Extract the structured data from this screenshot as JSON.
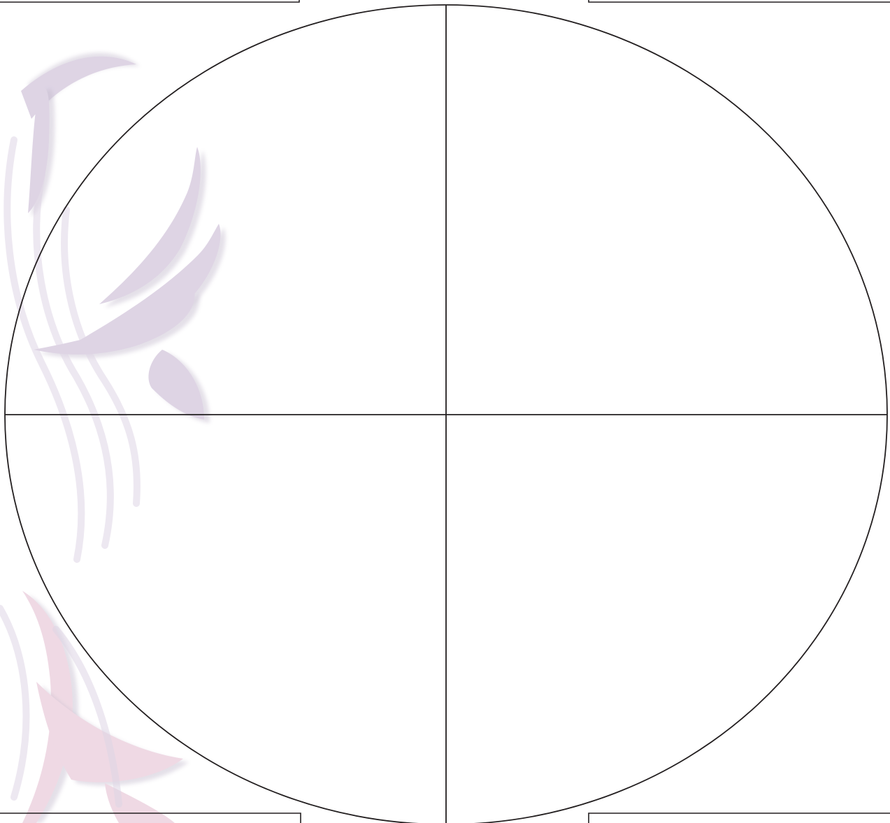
{
  "page": {
    "background_color": "#ffffff",
    "line_color": "#231f20",
    "ornament_color": "#d8cde0",
    "ornament_shadow_color": "#b9aec4",
    "ornament_pink_color": "#ecd3df"
  },
  "diagram": {
    "shape": "circle",
    "divisions": 4,
    "division_style": "quadrants",
    "labels": []
  },
  "decorations": {
    "ornament": "floral-flourish",
    "frame_corner_brackets": 4
  }
}
